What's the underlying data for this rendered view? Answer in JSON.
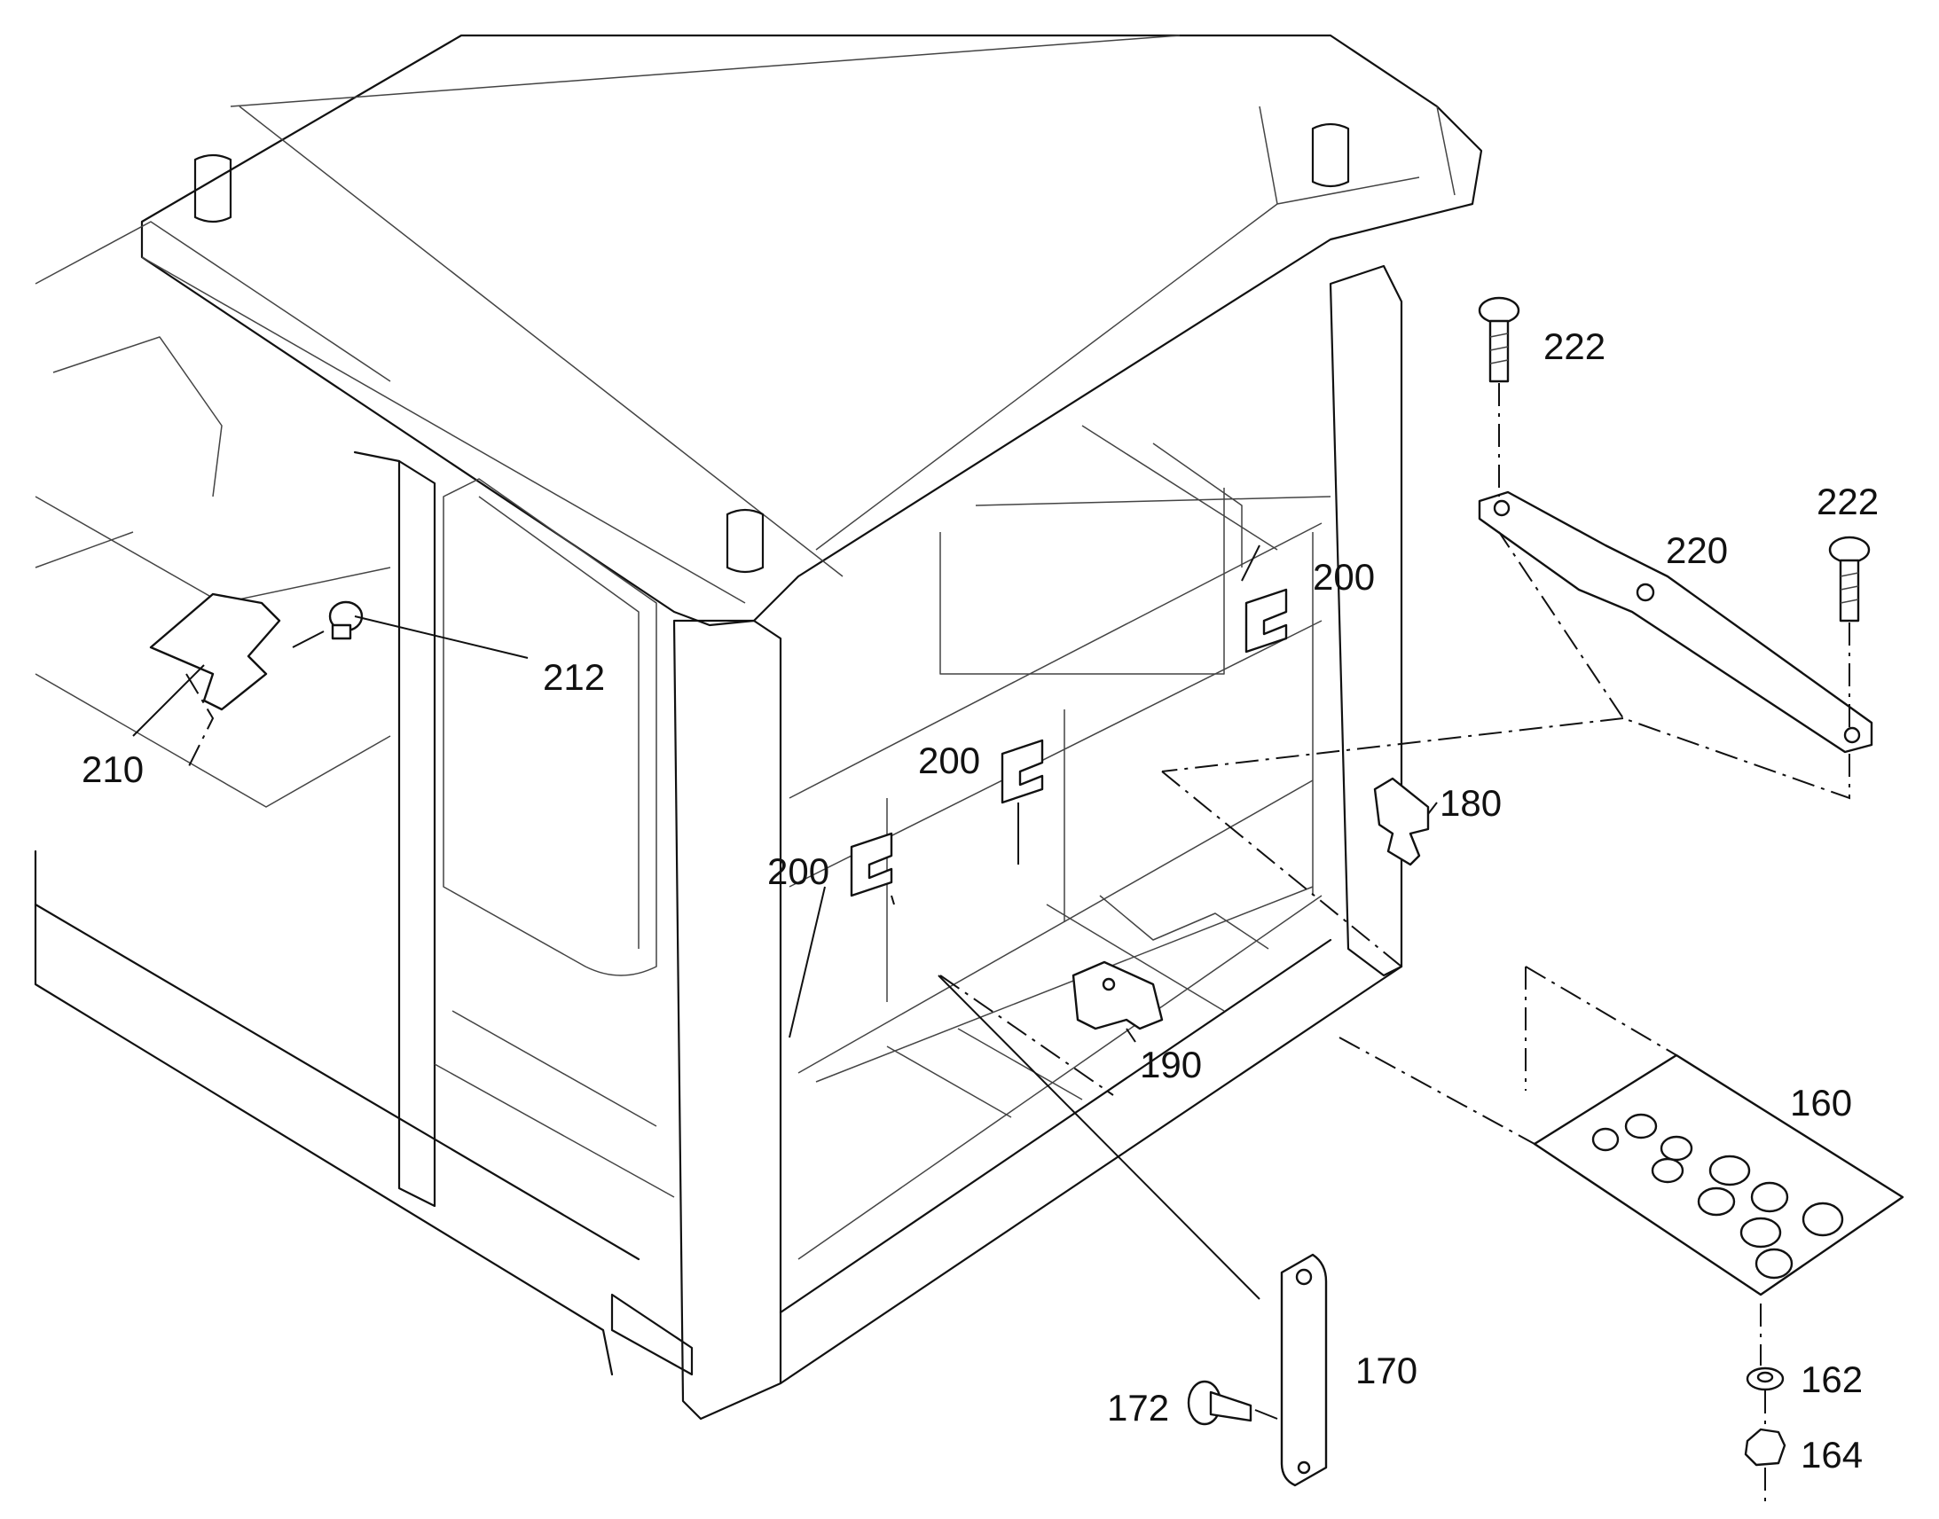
{
  "callouts": {
    "c222a": "222",
    "c222b": "222",
    "c220": "220",
    "c200a": "200",
    "c200b": "200",
    "c200c": "200",
    "c212": "212",
    "c210": "210",
    "c180": "180",
    "c190": "190",
    "c160": "160",
    "c170": "170",
    "c172": "172",
    "c162": "162",
    "c164": "164"
  }
}
